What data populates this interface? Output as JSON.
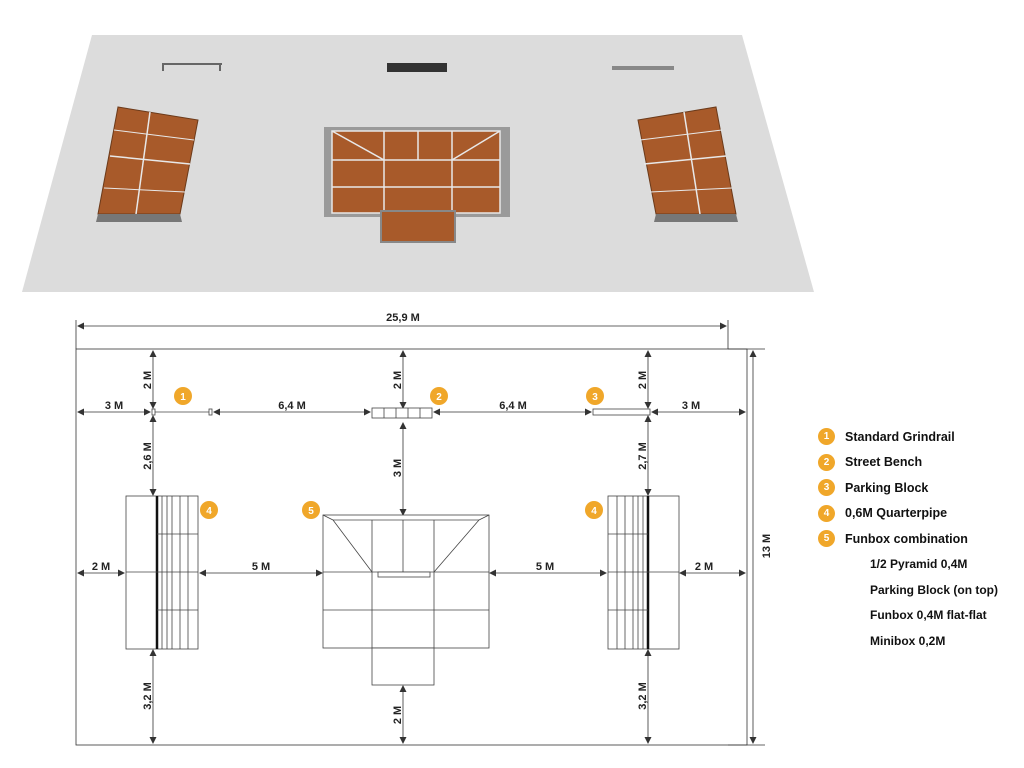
{
  "colors": {
    "accent": "#f0a72a",
    "ramp_wood": "#a85a2a",
    "ground": "#dcdcdc",
    "line": "#555555"
  },
  "dimensions": {
    "total_width": "25,9 M",
    "total_height": "13 M",
    "left_offset": "3 M",
    "gap_left": "6,4 M",
    "gap_right": "6,4 M",
    "right_offset": "3 M",
    "top_left": "2 M",
    "top_mid": "2 M",
    "top_right": "2 M",
    "mid_left": "2,6 M",
    "mid_center": "3 M",
    "mid_right": "2,7 M",
    "side_left": "2 M",
    "gap_qp_left": "5 M",
    "gap_qp_right": "5 M",
    "side_right": "2 M",
    "bottom_left": "3,2 M",
    "bottom_mid": "2 M",
    "bottom_right": "3,2 M"
  },
  "badges": {
    "b1": "1",
    "b2": "2",
    "b3": "3",
    "b4a": "4",
    "b4b": "4",
    "b5": "5"
  },
  "legend": {
    "items": [
      {
        "num": "1",
        "label": "Standard Grindrail"
      },
      {
        "num": "2",
        "label": "Street Bench"
      },
      {
        "num": "3",
        "label": "Parking Block"
      },
      {
        "num": "4",
        "label": "0,6M Quarterpipe"
      },
      {
        "num": "5",
        "label": "Funbox combination"
      }
    ],
    "sub_items": [
      "1/2 Pyramid 0,4M",
      "Parking Block (on top)",
      "Funbox 0,4M flat-flat",
      "Minibox 0,2M"
    ]
  }
}
